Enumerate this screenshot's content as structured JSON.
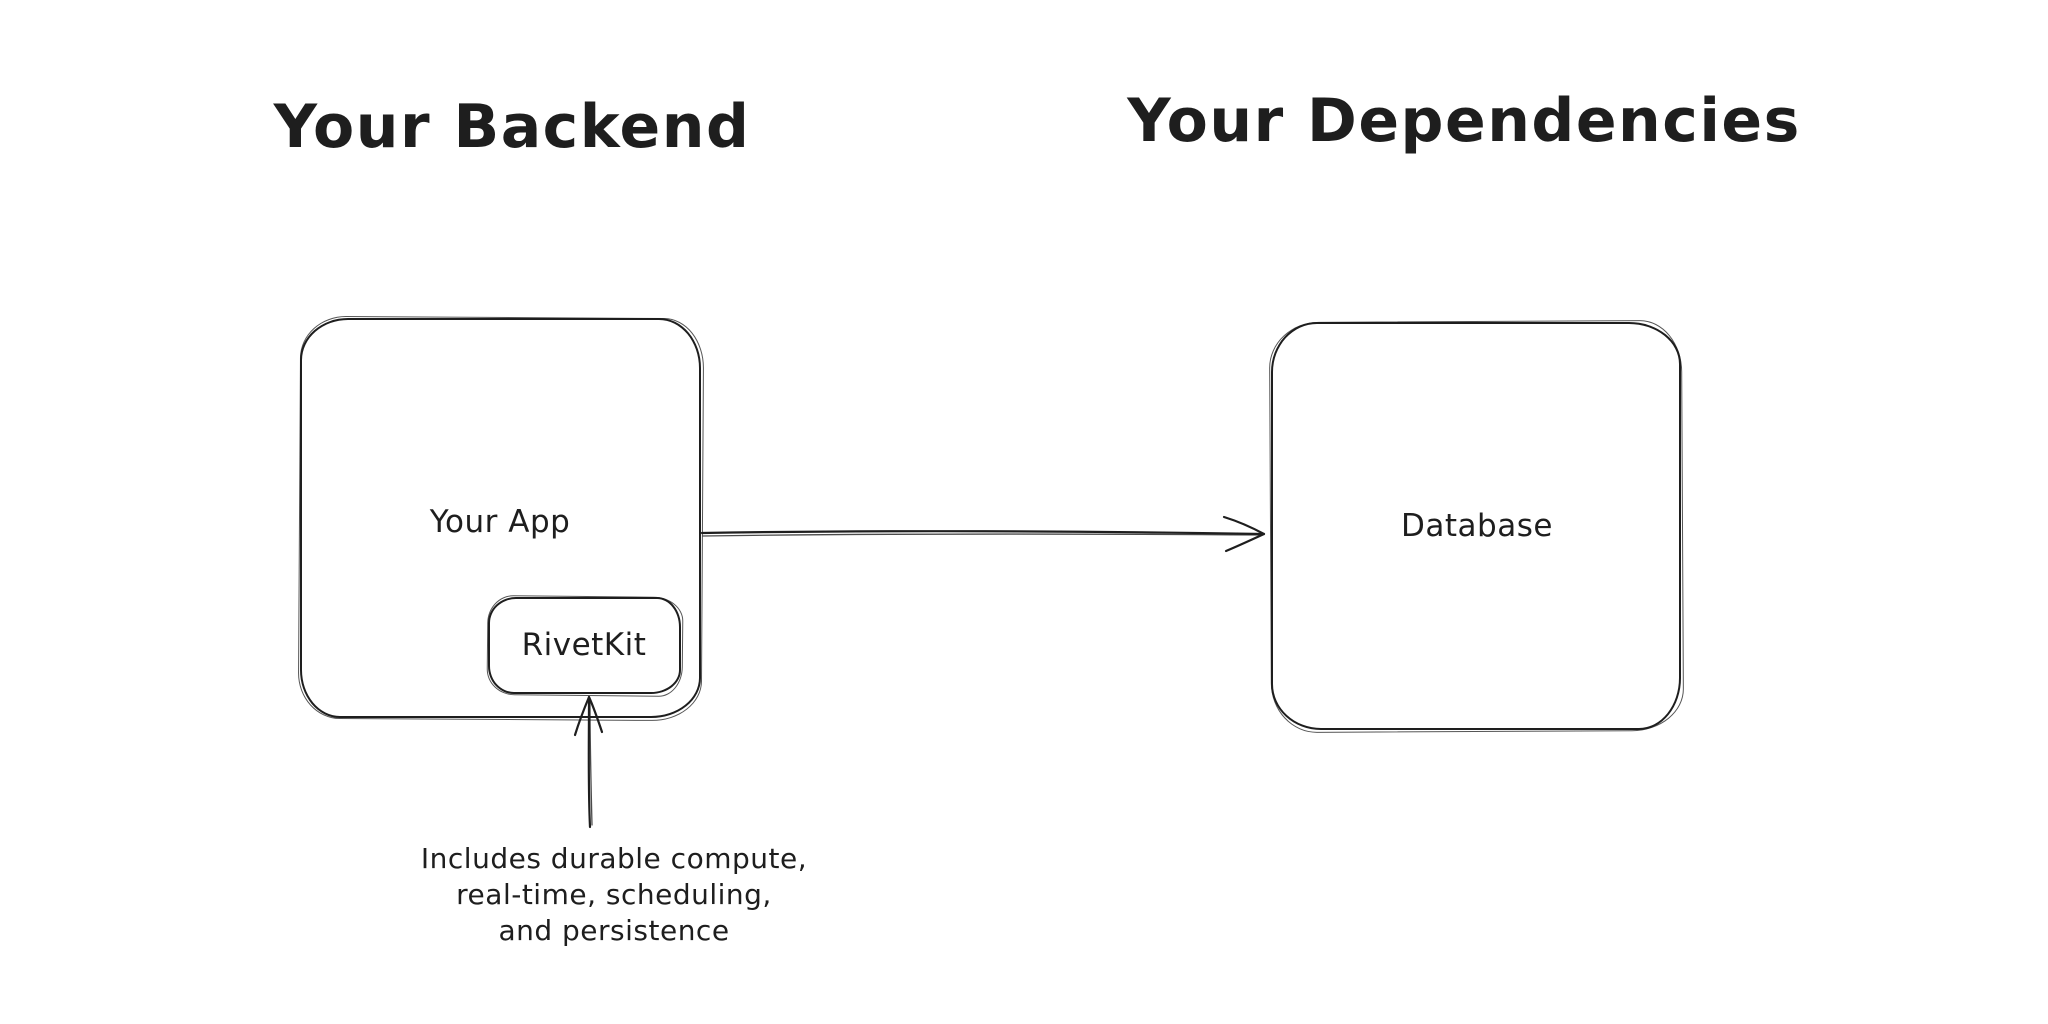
{
  "canvas": {
    "background": "#ffffff",
    "ink": "#1e1e1e",
    "style": "hand-drawn-sketch"
  },
  "titles": {
    "left": "Your Backend",
    "right": "Your Dependencies"
  },
  "nodes": {
    "your_app": {
      "label": "Your App"
    },
    "rivetkit": {
      "label": "RivetKit"
    },
    "database": {
      "label": "Database"
    }
  },
  "edges": [
    {
      "name": "app-to-database",
      "from": "Your App",
      "to": "Database",
      "arrowhead": "open",
      "direction": "right"
    },
    {
      "name": "annotation-to-rivetkit",
      "from": "annotation",
      "to": "RivetKit",
      "arrowhead": "open",
      "direction": "up"
    }
  ],
  "annotation": {
    "lines": [
      "Includes durable compute,",
      "real-time, scheduling,",
      "and persistence"
    ]
  }
}
